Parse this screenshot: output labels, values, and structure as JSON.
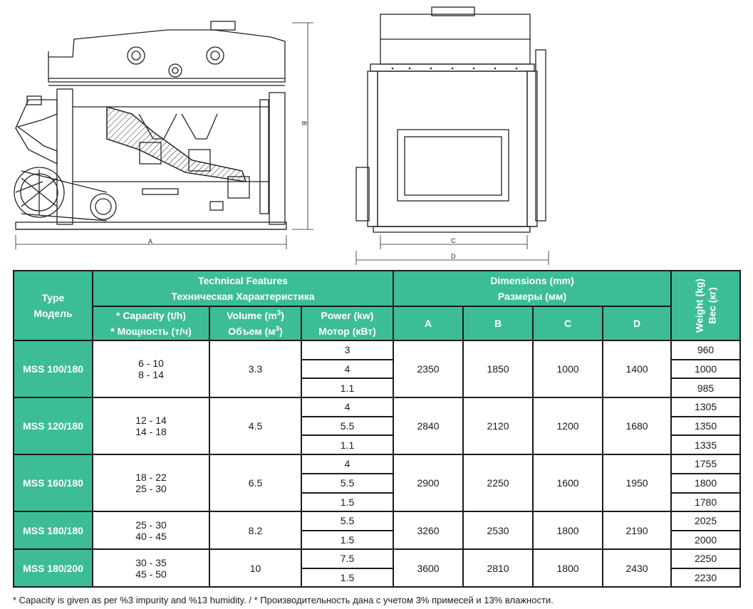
{
  "drawings": {
    "side_view": {
      "dim_a": "A",
      "dim_b": "B"
    },
    "front_view": {
      "dim_c": "C",
      "dim_d": "D"
    }
  },
  "table": {
    "header": {
      "type": [
        "Type",
        "Модель"
      ],
      "technical_features": [
        "Technical Features",
        "Техническая Характеристика"
      ],
      "capacity": [
        "* Capacity (t/h)",
        "* Мощность (т/ч)"
      ],
      "volume": [
        "Volume (m",
        "Объем (м"
      ],
      "volume_sup": "3",
      "volume_close": ")",
      "power": [
        "Power (kw)",
        "Мотор (кВт)"
      ],
      "dimensions": [
        "Dimensions (mm)",
        "Размеры (мм)"
      ],
      "dim_cols": [
        "A",
        "B",
        "C",
        "D"
      ],
      "weight": [
        "Weight (kg)",
        "Вес (кг)"
      ]
    },
    "rows": [
      {
        "model": "MSS 100/180",
        "capacity": [
          "6 - 10",
          "8 - 14"
        ],
        "volume": "3.3",
        "power": [
          "3",
          "4",
          "1.1"
        ],
        "a": "2350",
        "b": "1850",
        "c": "1000",
        "d": "1400",
        "weight": [
          "960",
          "1000",
          "985"
        ]
      },
      {
        "model": "MSS 120/180",
        "capacity": [
          "12 - 14",
          "14 - 18"
        ],
        "volume": "4.5",
        "power": [
          "4",
          "5.5",
          "1.1"
        ],
        "a": "2840",
        "b": "2120",
        "c": "1200",
        "d": "1680",
        "weight": [
          "1305",
          "1350",
          "1335"
        ]
      },
      {
        "model": "MSS 160/180",
        "capacity": [
          "18 - 22",
          "25 - 30"
        ],
        "volume": "6.5",
        "power": [
          "4",
          "5.5",
          "1.5"
        ],
        "a": "2900",
        "b": "2250",
        "c": "1600",
        "d": "1950",
        "weight": [
          "1755",
          "1800",
          "1780"
        ]
      },
      {
        "model": "MSS 180/180",
        "capacity": [
          "25 - 30",
          "40 - 45"
        ],
        "volume": "8.2",
        "power": [
          "5.5",
          "1.5"
        ],
        "a": "3260",
        "b": "2530",
        "c": "1800",
        "d": "2190",
        "weight": [
          "2025",
          "2000"
        ]
      },
      {
        "model": "MSS 180/200",
        "capacity": [
          "30 - 35",
          "45 - 50"
        ],
        "volume": "10",
        "power": [
          "7.5",
          "1.5"
        ],
        "a": "3600",
        "b": "2810",
        "c": "1800",
        "d": "2430",
        "weight": [
          "2250",
          "2230"
        ]
      }
    ]
  },
  "footnote": "* Capacity is given as per %3 impurity and %13 humidity. / * Производительность дана с учетом 3% примесей и 13% влажности.",
  "colors": {
    "header_bg": "#3dbd97",
    "header_text": "#ffffff",
    "border": "#1b1b1b"
  }
}
